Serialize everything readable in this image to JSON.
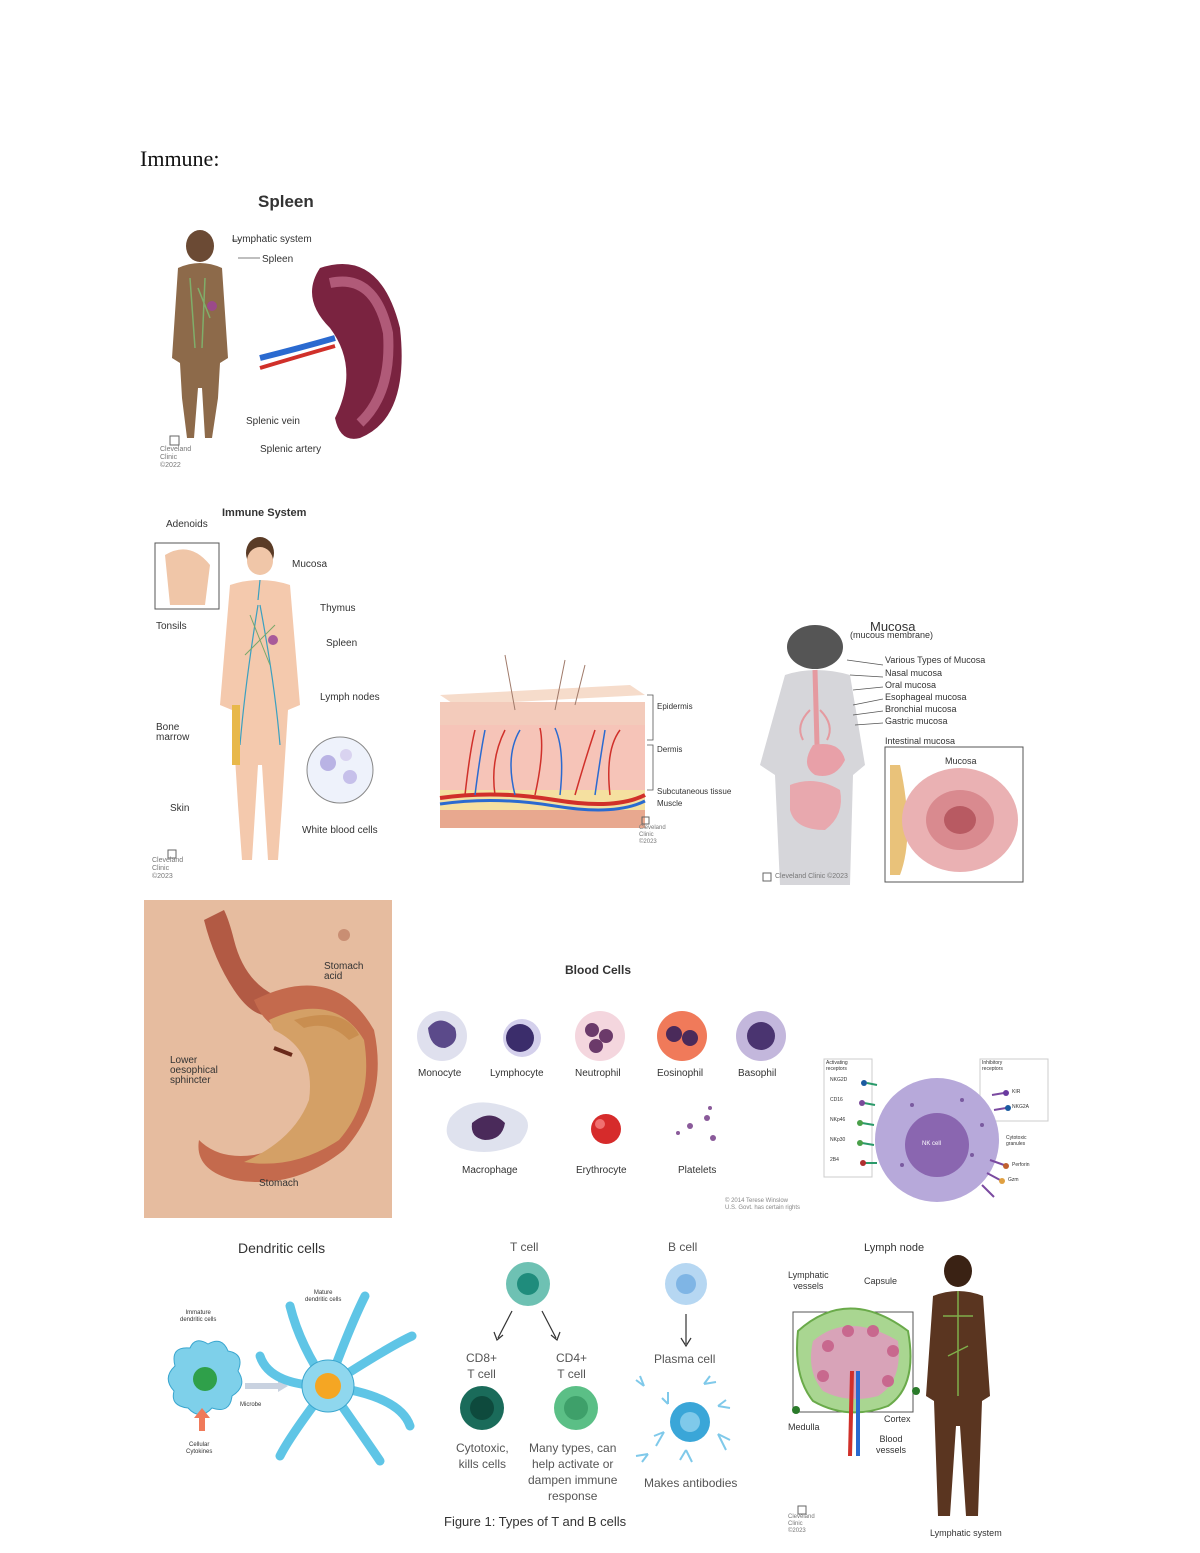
{
  "heading": "Immune:",
  "spleen": {
    "title": "Spleen",
    "labels": [
      "Lymphatic system",
      "Spleen",
      "Splenic vein",
      "Splenic artery"
    ],
    "watermark": [
      "Cleveland",
      "Clinic",
      "©2022"
    ]
  },
  "immune_system": {
    "title": "Immune System",
    "labels": {
      "adenoids": "Adenoids",
      "tonsils": "Tonsils",
      "mucosa": "Mucosa",
      "thymus": "Thymus",
      "spleen": "Spleen",
      "lymph_nodes": "Lymph nodes",
      "bone_marrow": "Bone\nmarrow",
      "skin": "Skin",
      "wbc": "White blood cells"
    },
    "watermark": [
      "Cleveland",
      "Clinic",
      "©2023"
    ]
  },
  "skin": {
    "labels": [
      "Epidermis",
      "Dermis",
      "Subcutaneous tissue",
      "Muscle"
    ],
    "watermark": [
      "Cleveland",
      "Clinic",
      "©2023"
    ]
  },
  "mucosa": {
    "title": "Mucosa",
    "subtitle": "(mucous membrane)",
    "types_title": "Various Types of Mucosa",
    "types": [
      "Nasal mucosa",
      "Oral mucosa",
      "Esophageal mucosa",
      "Bronchial mucosa",
      "Gastric mucosa"
    ],
    "intestinal": "Intestinal mucosa",
    "inset_label": "Mucosa",
    "watermark": "Cleveland Clinic ©2023"
  },
  "stomach": {
    "labels": {
      "acid": "Stomach\nacid",
      "sphincter": "Lower\noesophical\nsphincter",
      "stomach": "Stomach"
    }
  },
  "blood_cells": {
    "title": "Blood Cells",
    "row1": [
      "Monocyte",
      "Lymphocyte",
      "Neutrophil",
      "Eosinophil",
      "Basophil"
    ],
    "row2": [
      "Macrophage",
      "Erythrocyte",
      "Platelets"
    ],
    "credit": [
      "© 2014 Terese Winslow",
      "U.S. Govt. has certain rights"
    ],
    "colors": {
      "monocyte": "#5b4a8a",
      "lymphocyte": "#3b2d6b",
      "neutrophil": "#6b3a6a",
      "eosinophil": "#d9522c",
      "basophil": "#4a3470",
      "erythrocyte": "#d62b2b"
    }
  },
  "nk_cell": {
    "center": "NK cell",
    "left_title": "Activating\nreceptors",
    "right_title": "Inhibitory\nreceptors",
    "right_bottom": "Cytotoxic\ngranules",
    "left_labels": [
      "NKG2D",
      "CD16",
      "NKp46",
      "NKp30",
      "2B4"
    ],
    "right_labels": [
      "KIR",
      "NKG2A",
      "Perforin",
      "Gzm"
    ]
  },
  "dendritic": {
    "title": "Dendritic cells",
    "immature": "Immature\ndendritic cells",
    "mature": "Mature\ndendritic cells",
    "arrow_label": "Microbe",
    "bottom": "Cellular\nCytokines"
  },
  "tbcells": {
    "t_cell": "T cell",
    "b_cell": "B cell",
    "cd8": "CD8+\nT cell",
    "cd4": "CD4+\nT cell",
    "plasma": "Plasma cell",
    "cd8_desc": "Cytotoxic,\nkills cells",
    "cd4_desc": "Many types, can\nhelp activate or\ndampen immune\nresponse",
    "plasma_desc": "Makes antibodies",
    "caption": "Figure 1: Types of T and B cells"
  },
  "lymph_node": {
    "title": "Lymph node",
    "labels": [
      "Lymphatic\nvessels",
      "Capsule",
      "Medulla",
      "Cortex",
      "Blood\nvessels"
    ],
    "system": "Lymphatic system",
    "watermark": [
      "Cleveland",
      "Clinic",
      "©2023"
    ]
  }
}
